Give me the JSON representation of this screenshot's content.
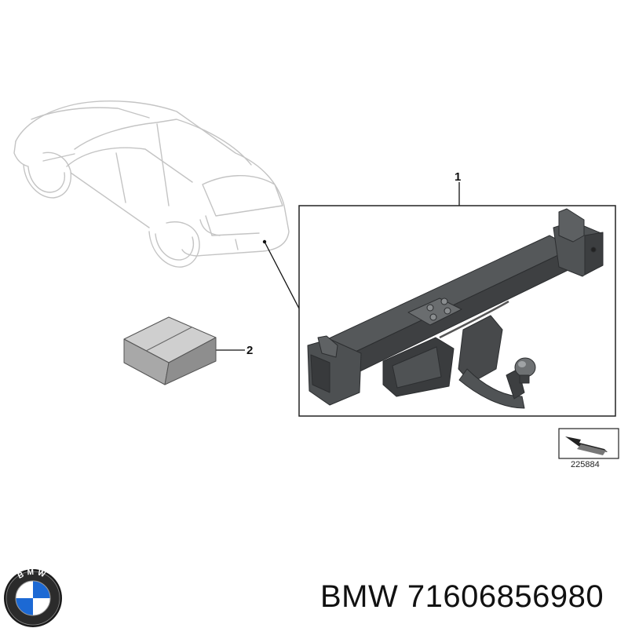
{
  "callouts": {
    "item_1": "1",
    "item_2": "2"
  },
  "diagram_number": "225884",
  "caption": {
    "brand": "BMW",
    "part_number": "71606856980"
  },
  "logo_text": "BMW",
  "colors": {
    "car_outline": "#c8c8c8",
    "frame_border": "#222222",
    "hitch_dark": "#4a4c4e",
    "hitch_mid": "#6b6e70",
    "box_top": "#cfcfcf",
    "box_front": "#8e8e8e",
    "logo_blue": "#1c69d4"
  }
}
